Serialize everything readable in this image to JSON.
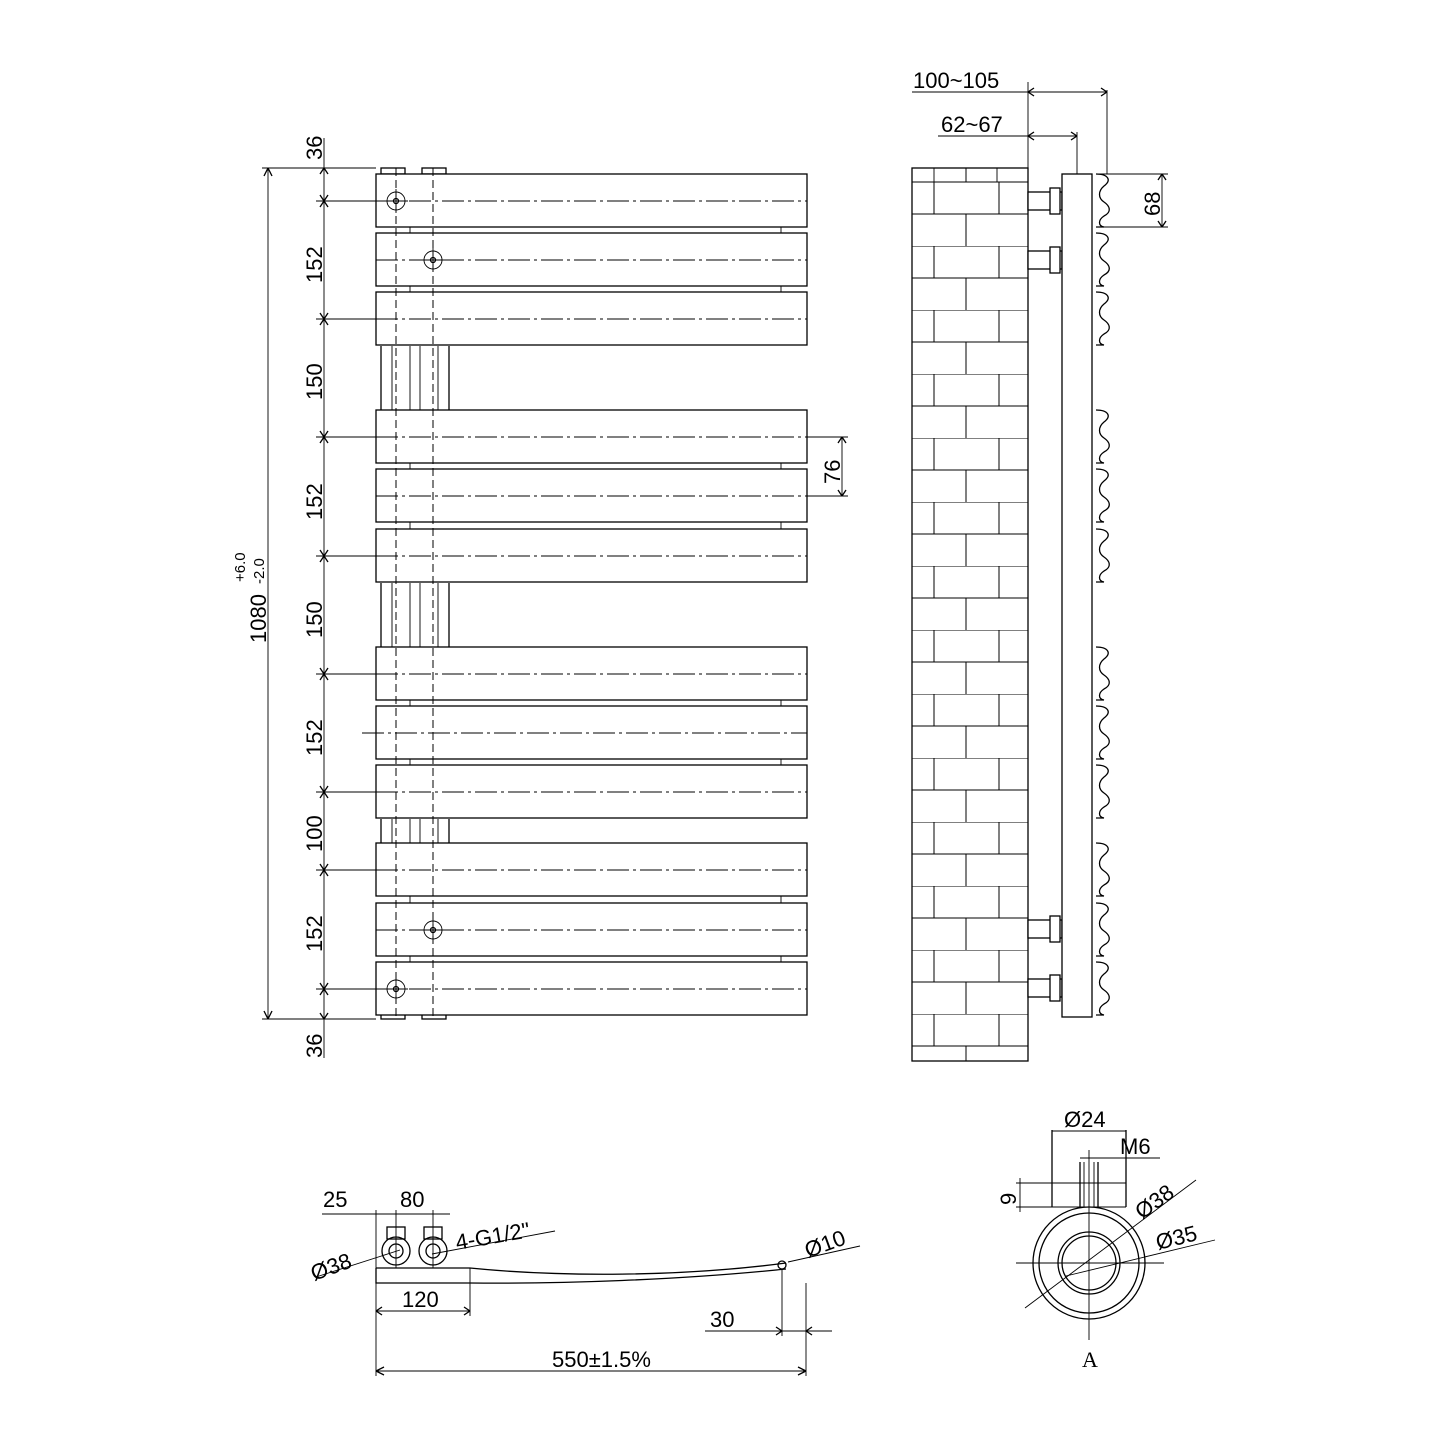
{
  "front_view": {
    "height_value": "1080",
    "height_tol_upper": "+6.0",
    "height_tol_lower": "-2.0",
    "dims": [
      "36",
      "152",
      "150",
      "152",
      "150",
      "152",
      "100",
      "152",
      "36"
    ],
    "bar_height": "76"
  },
  "side_view": {
    "total_depth": "100~105",
    "wall_depth": "62~67",
    "bracket_height": "68"
  },
  "bottom_view": {
    "dim_25": "25",
    "dim_80": "80",
    "connections": "4-G1/2\"",
    "dia_38": "Ø38",
    "dia_10": "Ø10",
    "dim_120": "120",
    "dim_30": "30",
    "width": "550±1.5%"
  },
  "detail_a": {
    "dia_24": "Ø24",
    "thread": "M6",
    "dim_9": "9",
    "dia_38": "Ø38",
    "dia_35": "Ø35",
    "label": "A"
  }
}
